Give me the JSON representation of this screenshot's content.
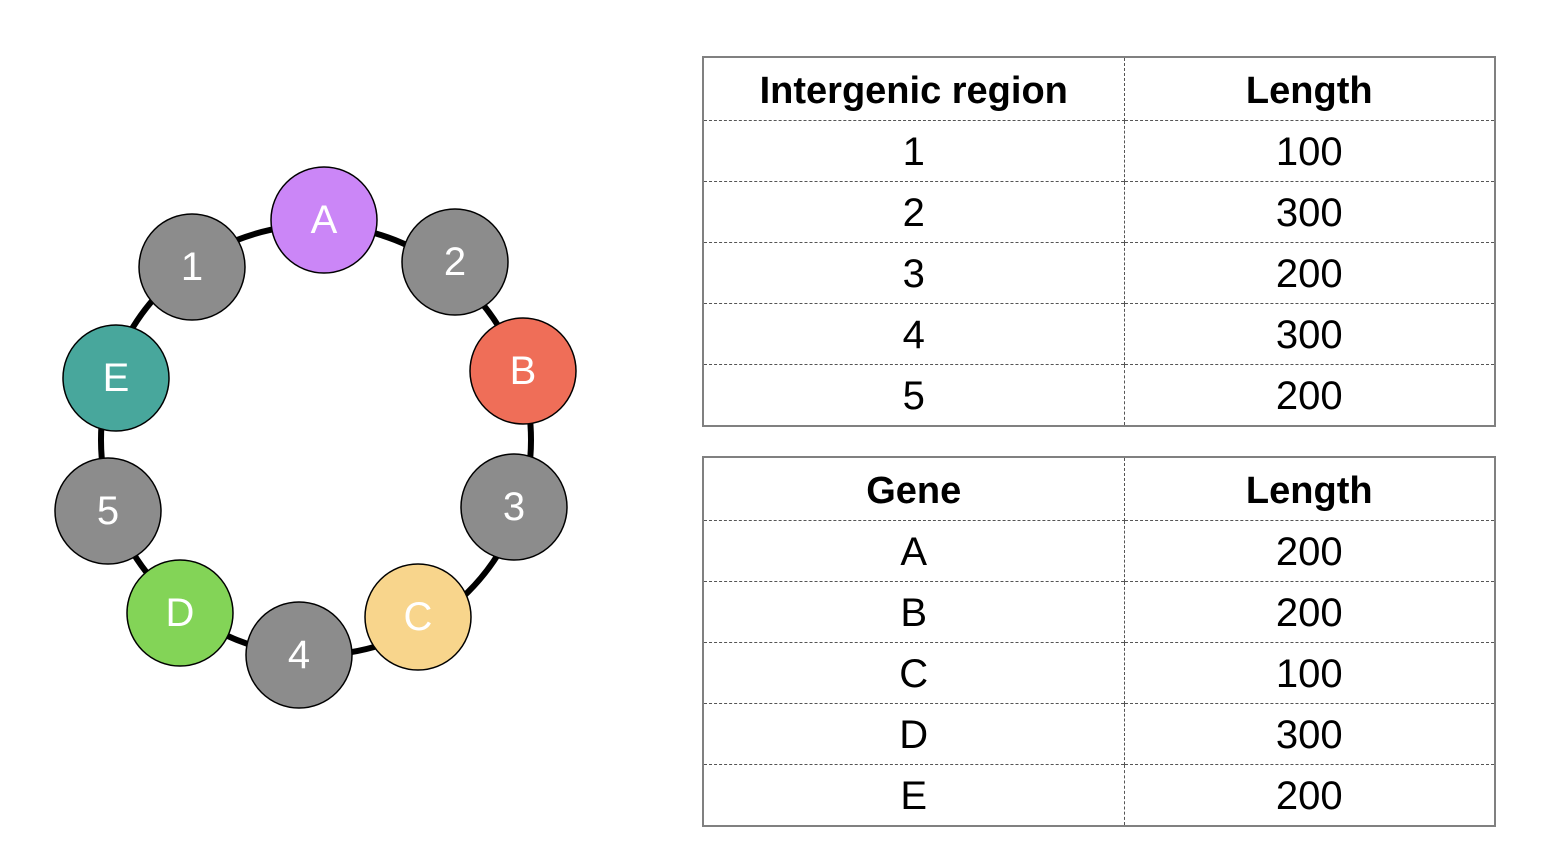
{
  "circle": {
    "nodes": [
      {
        "label": "A",
        "color": "#cb86f7",
        "kind": "gene"
      },
      {
        "label": "2",
        "color": "#8c8c8c",
        "kind": "intergenic"
      },
      {
        "label": "B",
        "color": "#ef6e58",
        "kind": "gene"
      },
      {
        "label": "3",
        "color": "#8c8c8c",
        "kind": "intergenic"
      },
      {
        "label": "C",
        "color": "#f8d58c",
        "kind": "gene"
      },
      {
        "label": "4",
        "color": "#8c8c8c",
        "kind": "intergenic"
      },
      {
        "label": "D",
        "color": "#83d457",
        "kind": "gene"
      },
      {
        "label": "5",
        "color": "#8c8c8c",
        "kind": "intergenic"
      },
      {
        "label": "E",
        "color": "#48a79c",
        "kind": "gene"
      },
      {
        "label": "1",
        "color": "#8c8c8c",
        "kind": "intergenic"
      }
    ],
    "ring_color": "#000000"
  },
  "tables": {
    "intergenic": {
      "headers": [
        "Intergenic region",
        "Length"
      ],
      "rows": [
        [
          "1",
          "100"
        ],
        [
          "2",
          "300"
        ],
        [
          "3",
          "200"
        ],
        [
          "4",
          "300"
        ],
        [
          "5",
          "200"
        ]
      ]
    },
    "genes": {
      "headers": [
        "Gene",
        "Length"
      ],
      "rows": [
        [
          "A",
          "200"
        ],
        [
          "B",
          "200"
        ],
        [
          "C",
          "100"
        ],
        [
          "D",
          "300"
        ],
        [
          "E",
          "200"
        ]
      ]
    }
  }
}
